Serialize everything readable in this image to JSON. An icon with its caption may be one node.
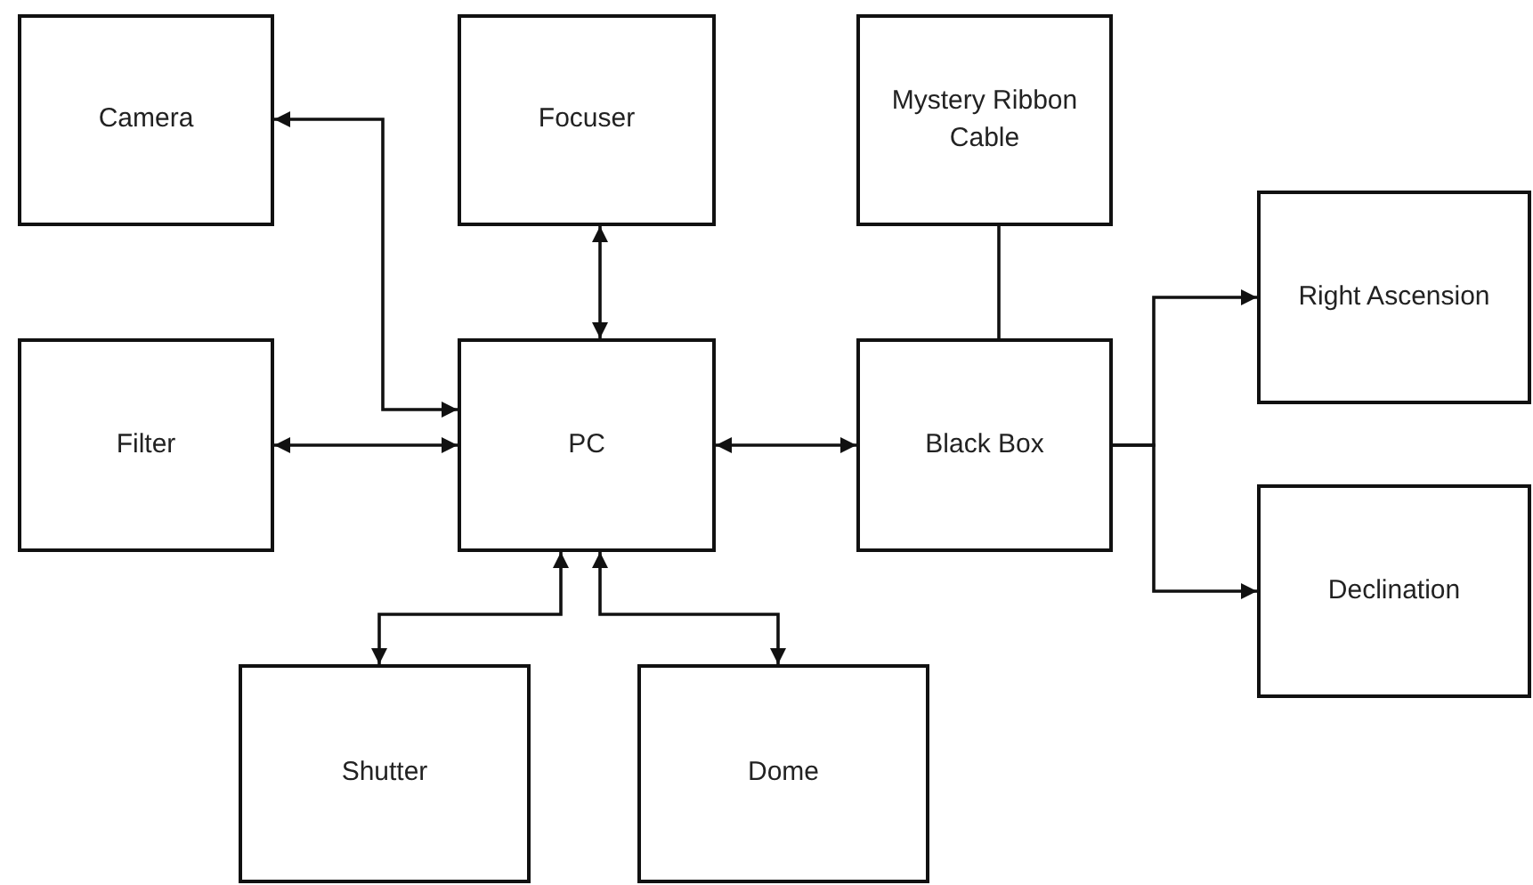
{
  "diagram": {
    "nodes": [
      {
        "text": [
          "Camera"
        ]
      },
      {
        "text": [
          "Focuser"
        ]
      },
      {
        "text": [
          "Mystery Ribbon Cable"
        ]
      },
      {
        "text": [
          "Filter"
        ]
      },
      {
        "text": [
          "PC"
        ]
      },
      {
        "text": [
          "Black Box"
        ]
      },
      {
        "text": [
          "Right Ascension"
        ]
      },
      {
        "text": [
          "Declination"
        ]
      },
      {
        "text": [
          "Shutter"
        ]
      },
      {
        "text": [
          "Dome"
        ]
      }
    ],
    "edges": [
      {
        "from": 0,
        "to": 4,
        "arrow": "both"
      },
      {
        "from": 1,
        "to": 4,
        "arrow": "both"
      },
      {
        "from": 3,
        "to": 4,
        "arrow": "both"
      },
      {
        "from": 4,
        "to": 5,
        "arrow": "both"
      },
      {
        "from": 2,
        "to": 5,
        "arrow": "none"
      },
      {
        "from": 5,
        "to": 6,
        "arrow": "to"
      },
      {
        "from": 5,
        "to": 7,
        "arrow": "to"
      },
      {
        "from": 4,
        "to": 8,
        "arrow": "both"
      },
      {
        "from": 4,
        "to": 9,
        "arrow": "both"
      }
    ]
  }
}
